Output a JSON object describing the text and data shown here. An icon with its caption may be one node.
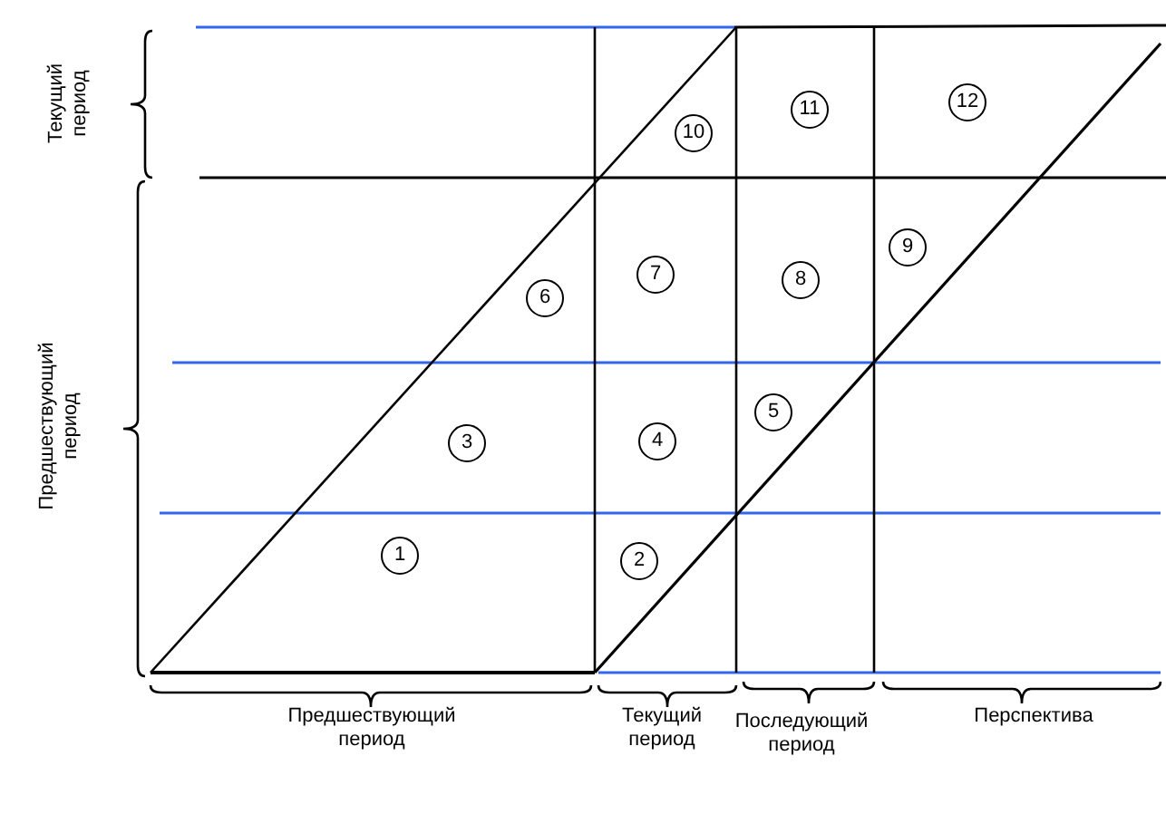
{
  "diagram": {
    "nodes": [
      {
        "text": [
          "1"
        ]
      },
      {
        "text": [
          "2"
        ]
      },
      {
        "text": [
          "3"
        ]
      },
      {
        "text": [
          "4"
        ]
      },
      {
        "text": [
          "5"
        ]
      },
      {
        "text": [
          "6"
        ]
      },
      {
        "text": [
          "7"
        ]
      },
      {
        "text": [
          "8"
        ]
      },
      {
        "text": [
          "9"
        ]
      },
      {
        "text": [
          "10"
        ]
      },
      {
        "text": [
          "11"
        ]
      },
      {
        "text": [
          "12"
        ]
      }
    ],
    "edges": [],
    "labels": [
      "Текущий период",
      "Предшествующий период",
      "Предшествующий период",
      "Текущий период",
      "Последующий период",
      "Перспектива"
    ]
  }
}
